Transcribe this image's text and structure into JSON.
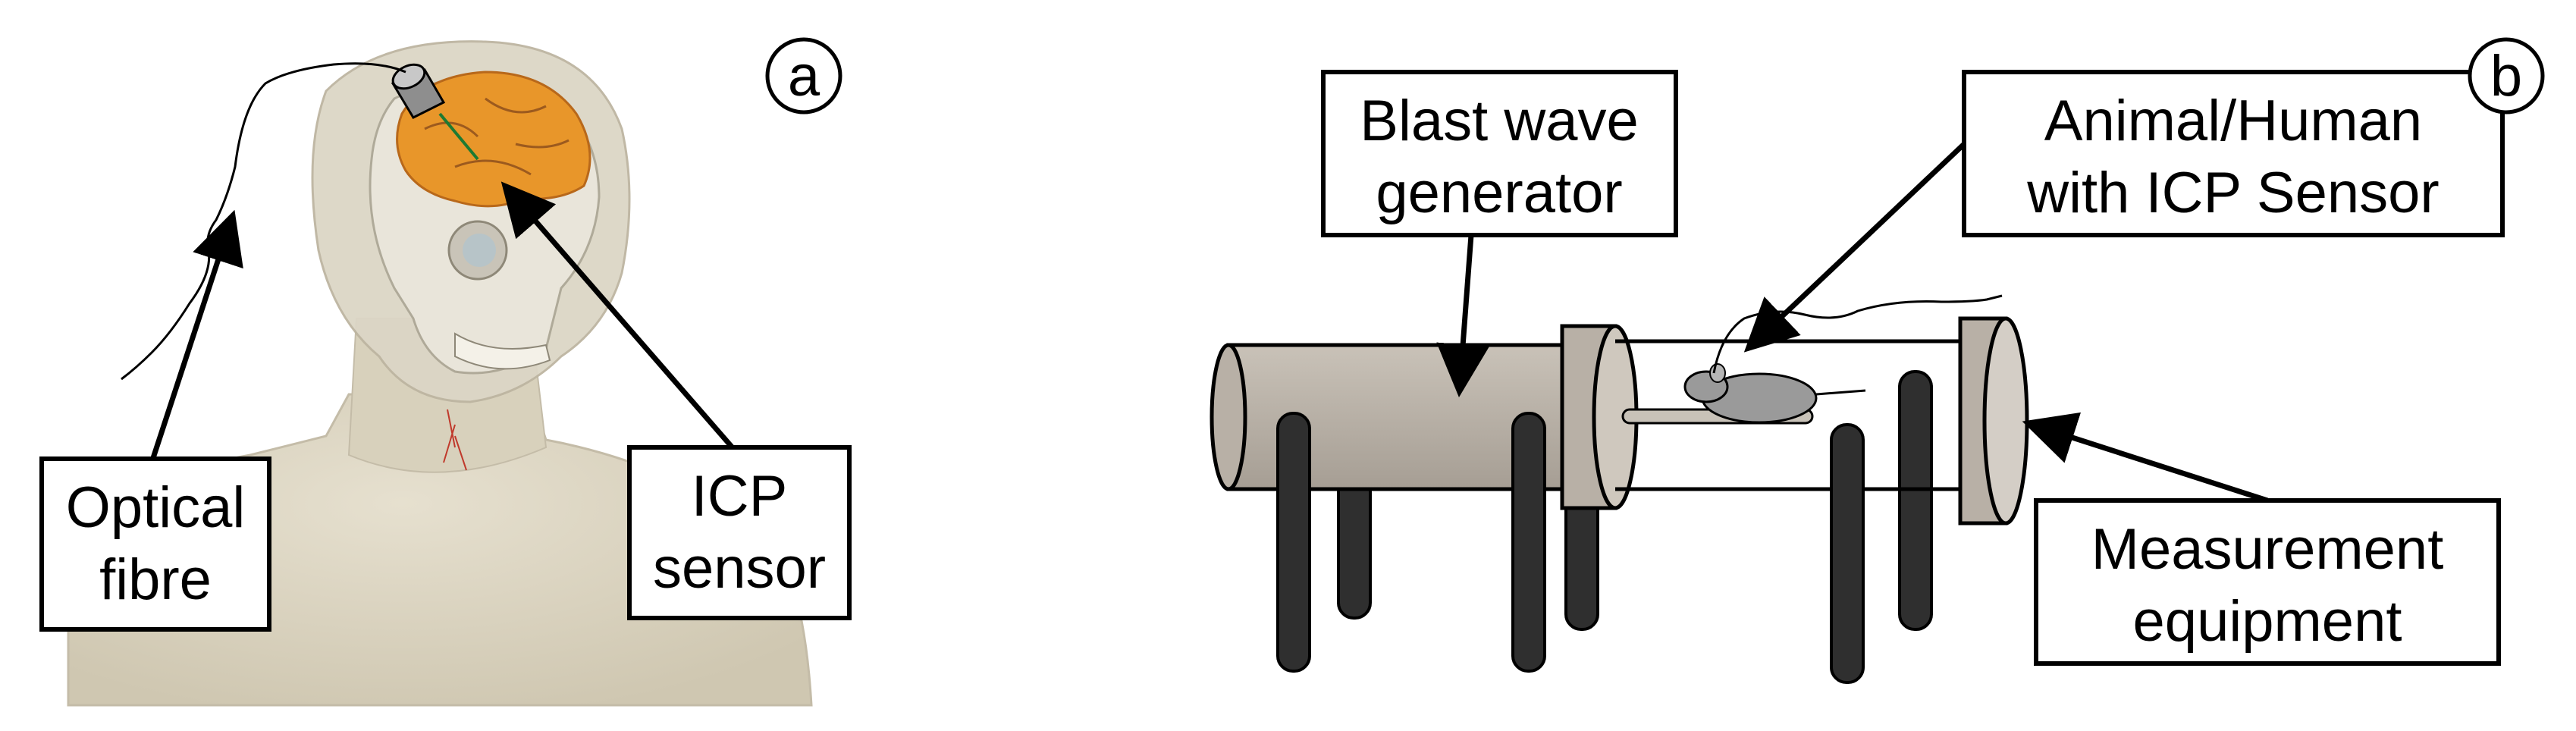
{
  "panel_a": {
    "letter": "a",
    "labels": {
      "optical_fibre_line1": "Optical",
      "optical_fibre_line2": "fibre",
      "icp_sensor_line1": "ICP",
      "icp_sensor_line2": "sensor"
    }
  },
  "panel_b": {
    "letter": "b",
    "labels": {
      "blast_line1": "Blast wave",
      "blast_line2": "generator",
      "subject_line1": "Animal/Human",
      "subject_line2": "with ICP Sensor",
      "measure_line1": "Measurement",
      "measure_line2": "equipment"
    }
  },
  "colors": {
    "skin": "#d9d3c0",
    "skull": "#e8e4da",
    "brain": "#e8962a",
    "tube": "#b8b0a6",
    "leg": "#2f2f2f",
    "mouse": "#9a9a9a"
  }
}
